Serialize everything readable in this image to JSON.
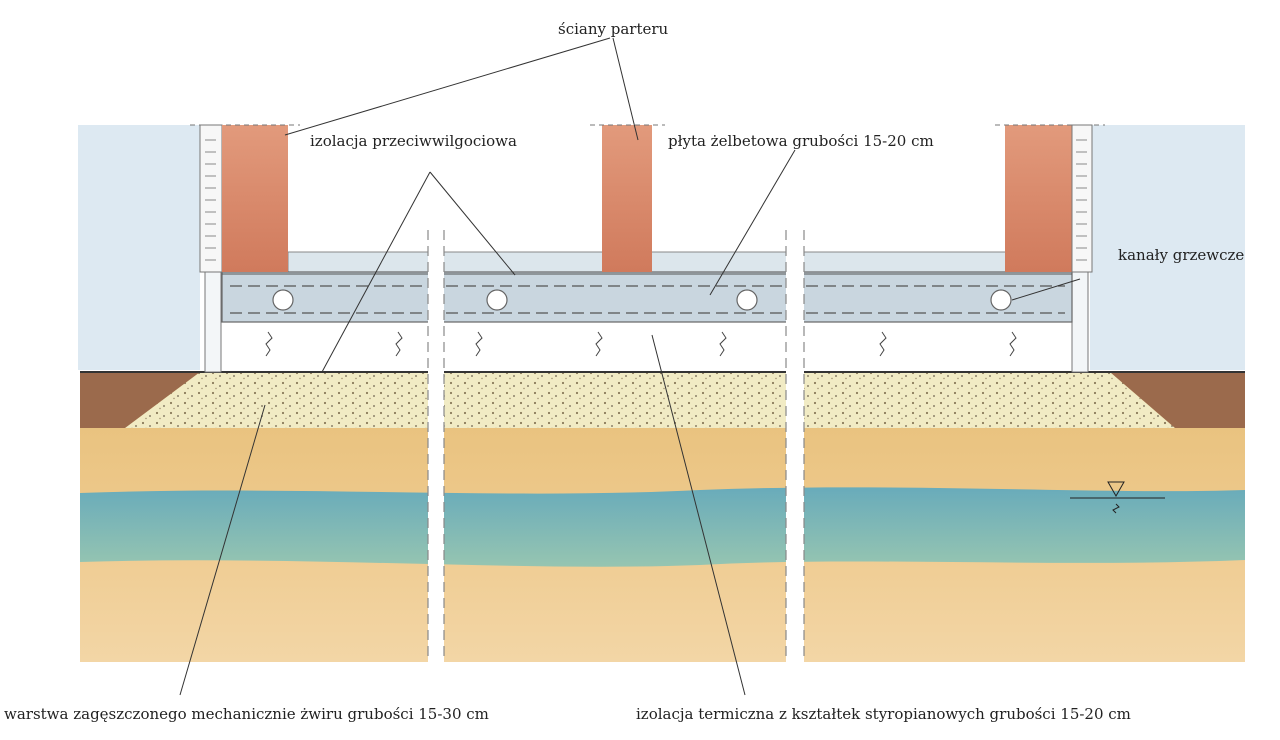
{
  "labels": {
    "walls": "ściany parteru",
    "dampproof": "izolacja przeciwwilgociowa",
    "slab": "płyta żelbetowa grubości 15-20 cm",
    "heating": "kanały grzewcze",
    "gravel": "warstwa zagęszczonego mechanicznie żwiru grubości 15-30 cm",
    "thermal": "izolacja termiczna z kształtek styropianowych grubości 15-20 cm"
  },
  "colors": {
    "brick": "#d9876a",
    "concrete": "#c9d6df",
    "sand": "#e9c98a",
    "gravel": "#f1ebc4",
    "water": "#6fb3bf",
    "soil": "#9b6a4c",
    "sky": "#dbe8f1"
  }
}
